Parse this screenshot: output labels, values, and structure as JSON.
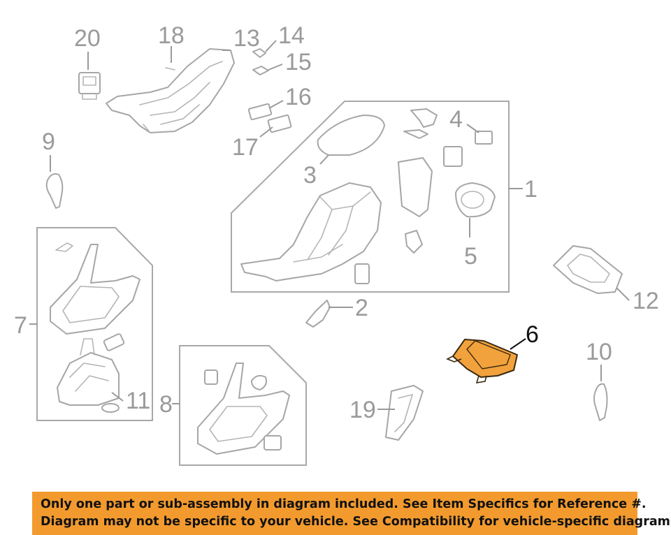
{
  "callouts": {
    "c1": "1",
    "c2": "2",
    "c3": "3",
    "c4": "4",
    "c5": "5",
    "c6": "6",
    "c7": "7",
    "c8": "8",
    "c9": "9",
    "c10": "10",
    "c11": "11",
    "c12": "12",
    "c13": "13",
    "c14": "14",
    "c15": "15",
    "c16": "16",
    "c17": "17",
    "c18": "18",
    "c19": "19",
    "c20": "20"
  },
  "highlight": {
    "part": "6",
    "fill_color": "#f2a23c",
    "stroke_color": "#3a2a10"
  },
  "banner": {
    "line1": "Only one part or sub-assembly in diagram included. See Item Specifics for Reference #.",
    "line2": "Diagram may not be specific to your vehicle. See Compatibility for vehicle-specific diagrams.",
    "background_color": "#f39a2e"
  }
}
